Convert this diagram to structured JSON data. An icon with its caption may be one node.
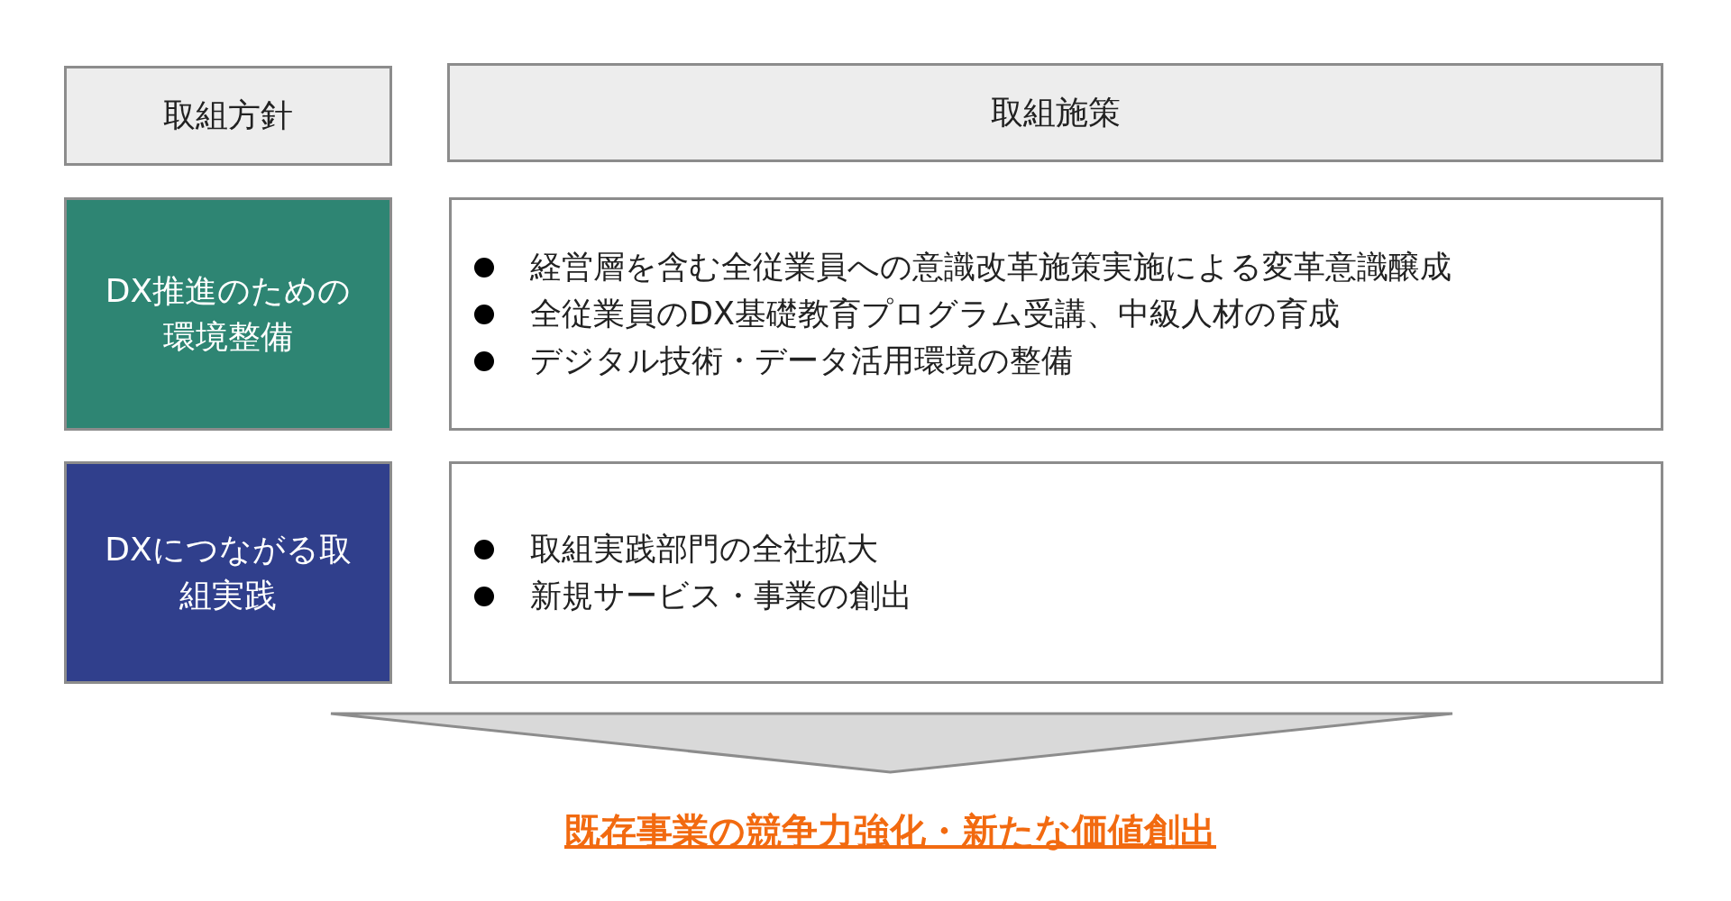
{
  "diagram": {
    "nodes": [
      {
        "text": [
          "取組方針"
        ]
      },
      {
        "text": [
          "取組施策"
        ]
      },
      {
        "text": [
          "DX推進のための環境整備"
        ]
      },
      {
        "text": [
          "経営層を含む全従業員への意識改革施策実施による変革意識醸成",
          "全従業員のDX基礎教育プログラム受講、中級人材の育成",
          "デジタル技術・データ活用環境の整備"
        ]
      },
      {
        "text": [
          "DXにつながる取組実践"
        ]
      },
      {
        "text": [
          "取組実践部門の全社拡大",
          "新規サービス・事業の創出"
        ]
      },
      {
        "text": [
          "既存事業の競争力強化・新たな価値創出"
        ]
      }
    ],
    "edges": [
      {
        "from": null,
        "to": 6,
        "arrow": "to"
      }
    ]
  }
}
